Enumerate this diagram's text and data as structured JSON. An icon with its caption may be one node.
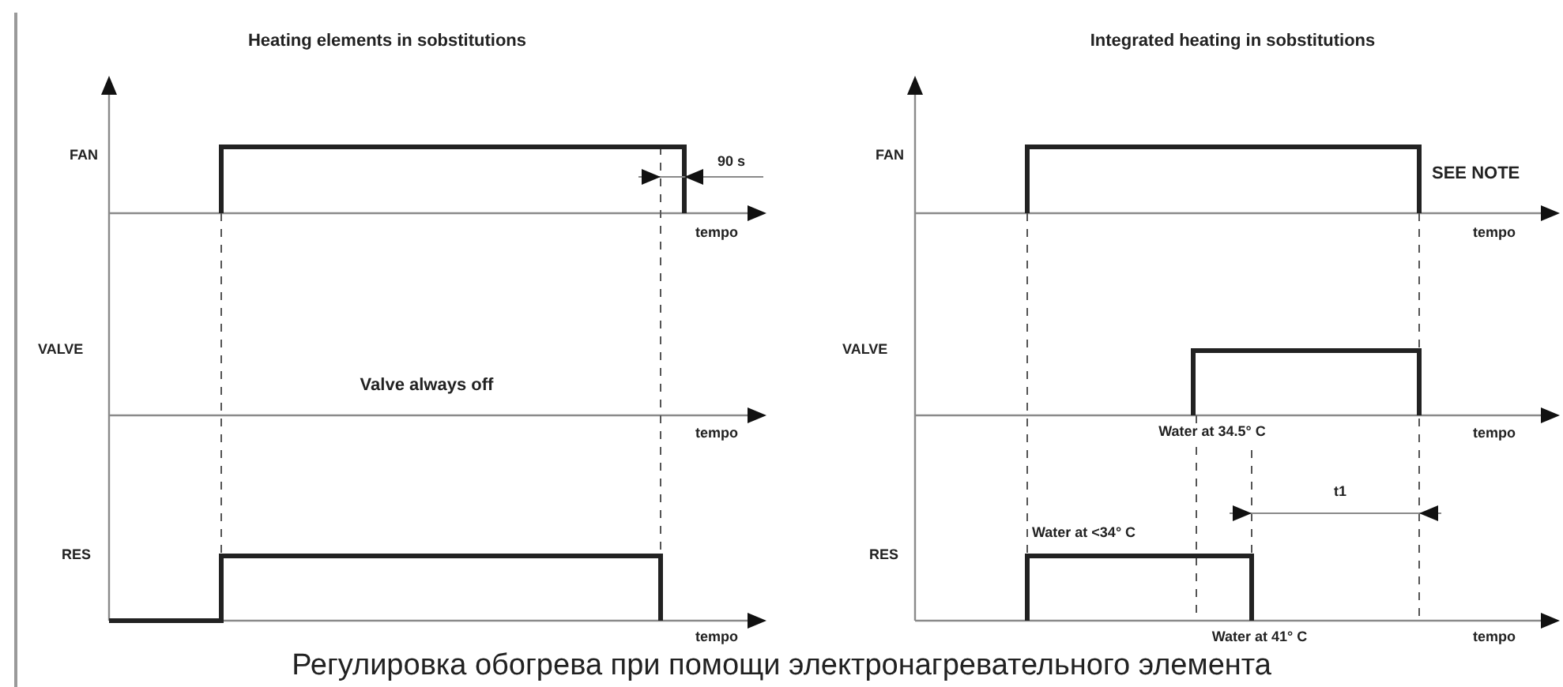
{
  "diagram": {
    "caption": "Регулировка обогрева при помощи электронагревательного элемента",
    "labels": [
      "Heating elements in sobstitutions",
      "Integrated heating in sobstitutions",
      "FAN",
      "90 s",
      "tempo",
      "FAN",
      "SEE NOTE",
      "tempo",
      "VALVE",
      "Valve always off",
      "tempo",
      "VALVE",
      "Water at 34.5° C",
      "tempo",
      "t1",
      "RES",
      "Water at <34° C",
      "RES",
      "tempo",
      "Water at 41° C",
      "tempo"
    ]
  }
}
